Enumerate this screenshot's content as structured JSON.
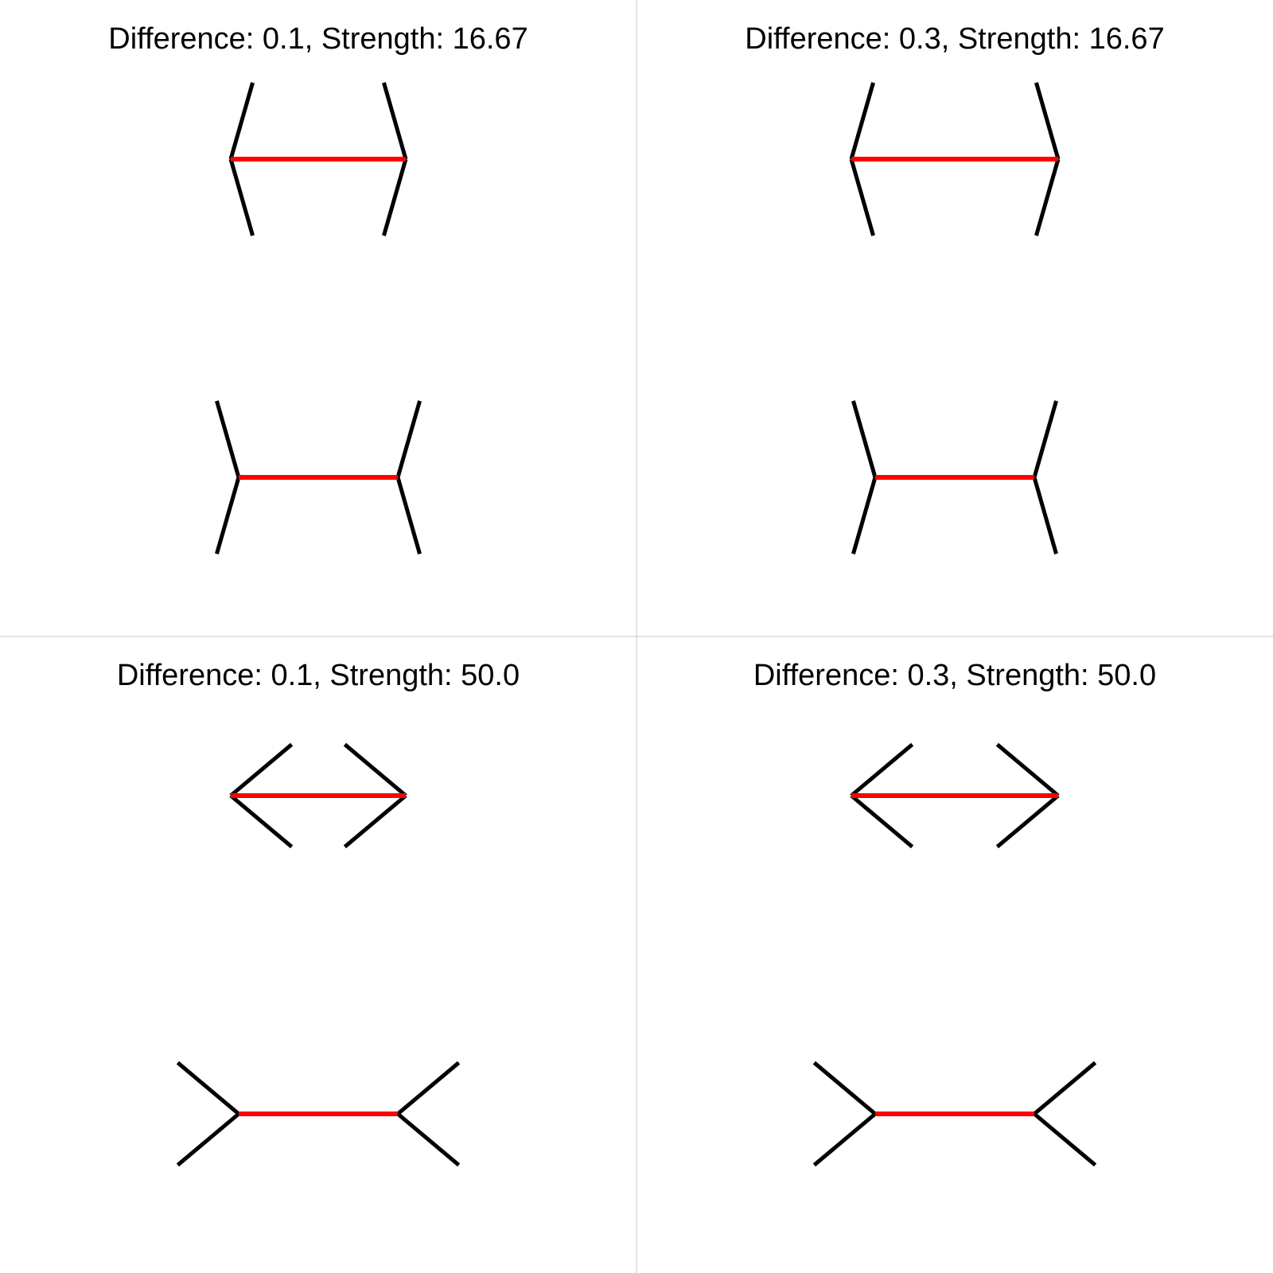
{
  "figure": {
    "panels": [
      {
        "title": "Difference: 0.1, Strength: 16.67",
        "difference": 0.1,
        "strength": 16.67,
        "figures": [
          {
            "arrowheads": "outward"
          },
          {
            "arrowheads": "inward"
          }
        ]
      },
      {
        "title": "Difference: 0.3, Strength: 16.67",
        "difference": 0.3,
        "strength": 16.67,
        "figures": [
          {
            "arrowheads": "outward"
          },
          {
            "arrowheads": "inward"
          }
        ]
      },
      {
        "title": "Difference: 0.1, Strength: 50.0",
        "difference": 0.1,
        "strength": 50.0,
        "figures": [
          {
            "arrowheads": "outward"
          },
          {
            "arrowheads": "inward"
          }
        ]
      },
      {
        "title": "Difference: 0.3, Strength: 50.0",
        "difference": 0.3,
        "strength": 50.0,
        "figures": [
          {
            "arrowheads": "outward"
          },
          {
            "arrowheads": "inward"
          }
        ]
      }
    ],
    "colors": {
      "shaft": "#ff0000",
      "fins": "#000000",
      "divider": "#c7c7c7",
      "background": "#ffffff"
    }
  }
}
